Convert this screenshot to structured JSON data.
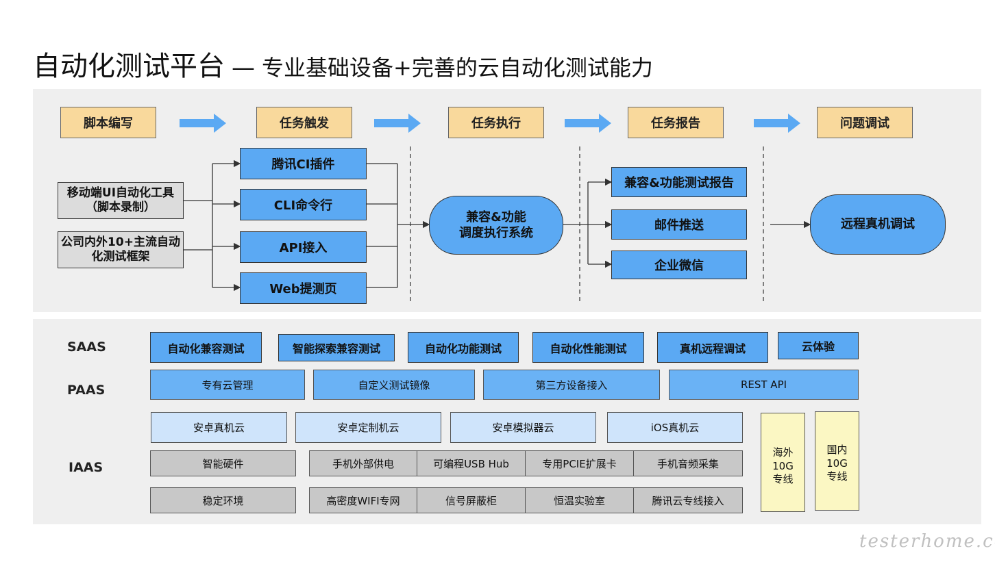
{
  "title": {
    "main": "自动化测试平台",
    "separator": "—",
    "subtitle": "专业基础设备+完善的云自动化测试能力"
  },
  "flow": {
    "stages": [
      "脚本编写",
      "任务触发",
      "任务执行",
      "任务报告",
      "问题调试"
    ],
    "sources": [
      "移动端UI自动化工具（脚本录制）",
      "公司内外10+主流自动化测试框架"
    ],
    "triggers": [
      "腾讯CI插件",
      "CLI命令行",
      "API接入",
      "Web提测页"
    ],
    "executor": [
      "兼容&功能",
      "调度执行系统"
    ],
    "reports": [
      "兼容&功能测试报告",
      "邮件推送",
      "企业微信"
    ],
    "debug": "远程真机调试"
  },
  "layers": {
    "saas": {
      "label": "SAAS",
      "items": [
        "自动化兼容测试",
        "智能探索兼容测试",
        "自动化功能测试",
        "自动化性能测试",
        "真机远程调试",
        "云体验"
      ]
    },
    "paas": {
      "label": "PAAS",
      "items": [
        "专有云管理",
        "自定义测试镜像",
        "第三方设备接入",
        "REST API"
      ]
    },
    "iaas": {
      "label": "IAAS",
      "clouds": [
        "安卓真机云",
        "安卓定制机云",
        "安卓模拟器云",
        "iOS真机云"
      ],
      "hardware_row1": [
        "智能硬件",
        "手机外部供电",
        "可编程USB Hub",
        "专用PCIE扩展卡",
        "手机音频采集"
      ],
      "hardware_row2": [
        "稳定环境",
        "高密度WIFI专网",
        "信号屏蔽柜",
        "恒温实验室",
        "腾讯云专线接入"
      ],
      "network": [
        "海外\n10G\n专线",
        "国内\n10G\n专线"
      ]
    }
  },
  "watermark": "testerhome.com",
  "colors": {
    "stage_fill": "#f9d99c",
    "blue_fill": "#5ba9f3",
    "arrow": "#5ba9f3",
    "panel": "#efefef",
    "iaas_cloud": "#cfe4fb",
    "hardware": "#c8c8c8",
    "network": "#fbf7c3"
  }
}
